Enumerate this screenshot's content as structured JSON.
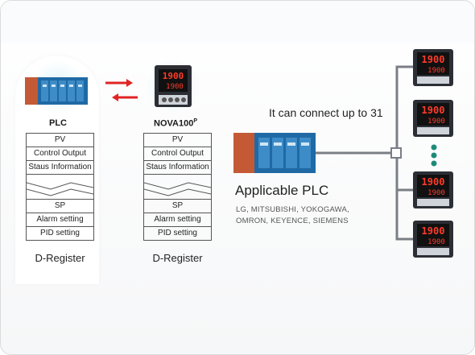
{
  "plc_block": {
    "title": "PLC",
    "registers": [
      "PV",
      "Control Output",
      "Staus Information",
      "SP",
      "Alarm setting",
      "PID setting"
    ],
    "caption": "D-Register"
  },
  "nova_block": {
    "title": "NOVA100",
    "title_suffix": "P",
    "registers": [
      "PV",
      "Control Output",
      "Staus Information",
      "SP",
      "Alarm setting",
      "PID setting"
    ],
    "caption": "D-Register"
  },
  "controller_display": {
    "pv": "1900",
    "sv": "1900"
  },
  "connection_note": "It can connect up to 31",
  "applicable": {
    "title": "Applicable PLC",
    "brands_line1": "LG, MITSUBISHI, YOKOGAWA,",
    "brands_line2": "OMRON, KEYENCE, SIEMENS"
  },
  "colors": {
    "arrow": "#e02424",
    "plc_body": "#1f6aa5",
    "plc_side": "#c45a35",
    "line": "#7a7f86",
    "controller_dark": "#2b2f35",
    "led": "#ff3b2a",
    "dots": "#1f8a7a"
  }
}
